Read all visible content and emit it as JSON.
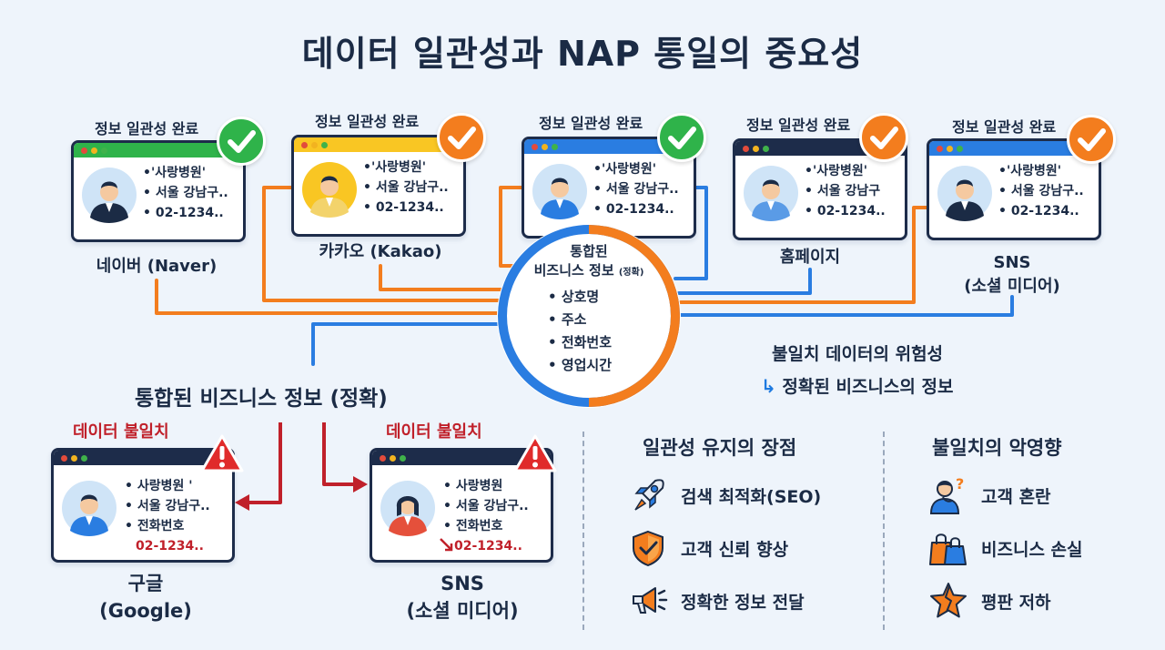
{
  "title": "데이터 일관성과 NAP 통일의 중요성",
  "top_cards": [
    {
      "status": "정보 일관성 완료",
      "lines": [
        "•'사랑병원'",
        "• 서울 강남구..",
        "• 02-1234.."
      ],
      "caption": "네이버 (Naver)",
      "check_color": "#2fb34a",
      "bar_color": "#2fb34a"
    },
    {
      "status": "정보 일관성 완료",
      "lines": [
        "•'사랑병원'",
        "• 서울 강남구..",
        "• 02-1234.."
      ],
      "caption": "카카오 (Kakao)",
      "check_color": "#f37d1e",
      "bar_color": "#f9c623"
    },
    {
      "status": "정보 일관성 완료",
      "lines": [
        "•'사랑병원'",
        "• 서울 강남구..",
        "• 02-1234.."
      ],
      "caption": "",
      "check_color": "#2fb34a",
      "bar_color": "#2a7de1"
    },
    {
      "status": "정보 일관성 완료",
      "lines": [
        "•'사랑병원'",
        "• 서울 강남구",
        "• 02-1234.."
      ],
      "caption": "홈페이지",
      "check_color": "#f37d1e",
      "bar_color": "#1d2c4a"
    },
    {
      "status": "정보 일관성 완료",
      "lines": [
        "•'사랑병원'",
        "• 서울 강남구..",
        "• 02-1234.."
      ],
      "caption": "SNS\n(소셜 미디어)",
      "check_color": "#f37d1e",
      "bar_color": "#2a7de1"
    }
  ],
  "hub": {
    "line1": "통합된",
    "line2": "비즈니스 정보",
    "line2_small": "(정확)",
    "items": [
      "상호명",
      "주소",
      "전화번호",
      "영업시간"
    ],
    "bullet": "•"
  },
  "risk": {
    "title": "불일치 데이터의 위험성",
    "sub_arrow": "↳",
    "sub": "정확된 비즈니스의 정보"
  },
  "integrated_label": "통합된 비즈니스 정보 (정확)",
  "bottom_cards": [
    {
      "warning": "데이터 불일치",
      "lines": [
        "• 사랑병원 '",
        "• 서울 강남구..",
        "• 전화번호",
        "02-1234.."
      ],
      "caption_line1": "구글",
      "caption_line2": "(Google)"
    },
    {
      "warning": "데이터 불일치",
      "lines": [
        "• 사랑병원",
        "• 서울 강남구..",
        "• 전화번호",
        "02-1234.."
      ],
      "caption_line1": "SNS",
      "caption_line2": "(소셜 미디어)"
    }
  ],
  "benefits": {
    "title": "일관성 유지의 장점",
    "items": [
      {
        "label": "검색 최적화(SEO)",
        "icon": "rocket-icon"
      },
      {
        "label": "고객 신뢰 향상",
        "icon": "shield-check-icon"
      },
      {
        "label": "정확한 정보 전달",
        "icon": "megaphone-icon"
      }
    ]
  },
  "harms": {
    "title": "불일치의 악영향",
    "items": [
      {
        "label": "고객 혼란",
        "icon": "confused-person-icon"
      },
      {
        "label": "비즈니스 손실",
        "icon": "shopping-bags-icon"
      },
      {
        "label": "평판 저하",
        "icon": "broken-star-icon"
      }
    ]
  },
  "colors": {
    "orange": "#f37d1e",
    "blue": "#2a7de1",
    "green": "#2fb34a",
    "red": "#c0202a",
    "navy": "#1b2b45"
  }
}
